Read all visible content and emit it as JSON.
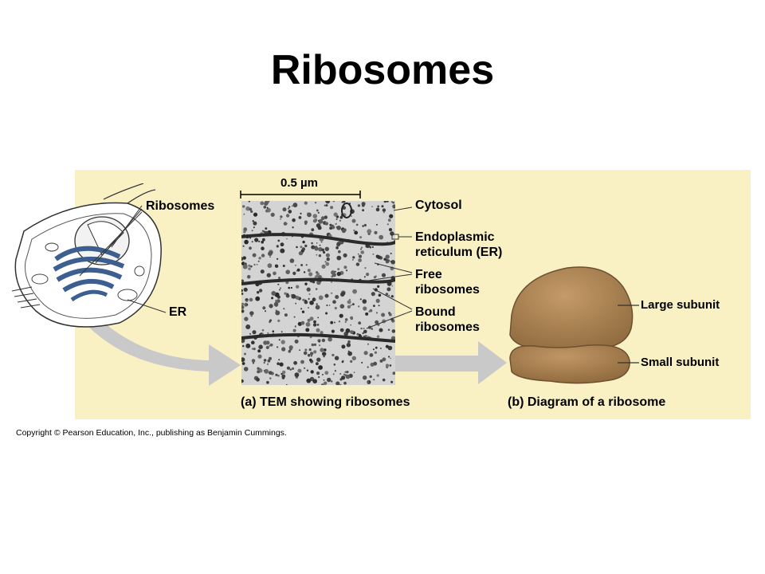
{
  "title": "Ribosomes",
  "scale_bar": "0.5 µm",
  "labels": {
    "ribosomes": "Ribosomes",
    "er": "ER",
    "cytosol": "Cytosol",
    "er_line1": "Endoplasmic",
    "er_line2": "reticulum (ER)",
    "free_line1": "Free",
    "free_line2": "ribosomes",
    "bound_line1": "Bound",
    "bound_line2": "ribosomes",
    "large_subunit": "Large subunit",
    "small_subunit": "Small subunit"
  },
  "captions": {
    "a": "(a) TEM showing ribosomes",
    "b": "(b) Diagram of a ribosome"
  },
  "copyright": "Copyright © Pearson Education, Inc., publishing as Benjamin Cummings.",
  "colors": {
    "panel": "#f9f1c4",
    "ribosome": "#a07a4c",
    "er_blue": "#3d5f8f",
    "arrow": "#c9c9c9"
  }
}
